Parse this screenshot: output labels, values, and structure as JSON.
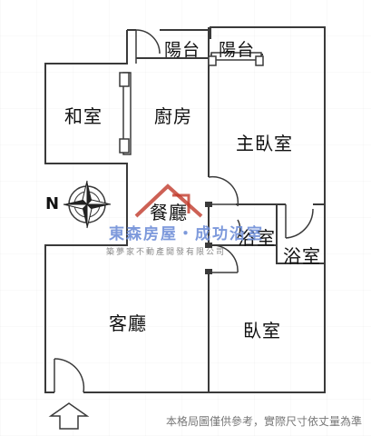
{
  "rooms": {
    "balcony_left": "陽台",
    "balcony_right": "陽台",
    "japanese_room": "和室",
    "kitchen": "廚房",
    "master_bedroom": "主臥室",
    "dining": "餐廳",
    "bathroom_center": "浴室",
    "bathroom_right": "浴室",
    "living_room": "客廳",
    "bedroom": "臥室"
  },
  "compass": {
    "north_label": "N"
  },
  "watermark": {
    "company": "東森房屋・成功沿室",
    "tagline": "築夢家不動產開發有限公司"
  },
  "footer_note": "本格局圖僅供參考，實際尺寸依丈量為準",
  "colors": {
    "wall": "#3a3a3a",
    "watermark_blue": "#6f8fd8",
    "watermark_red": "#c0392b"
  }
}
